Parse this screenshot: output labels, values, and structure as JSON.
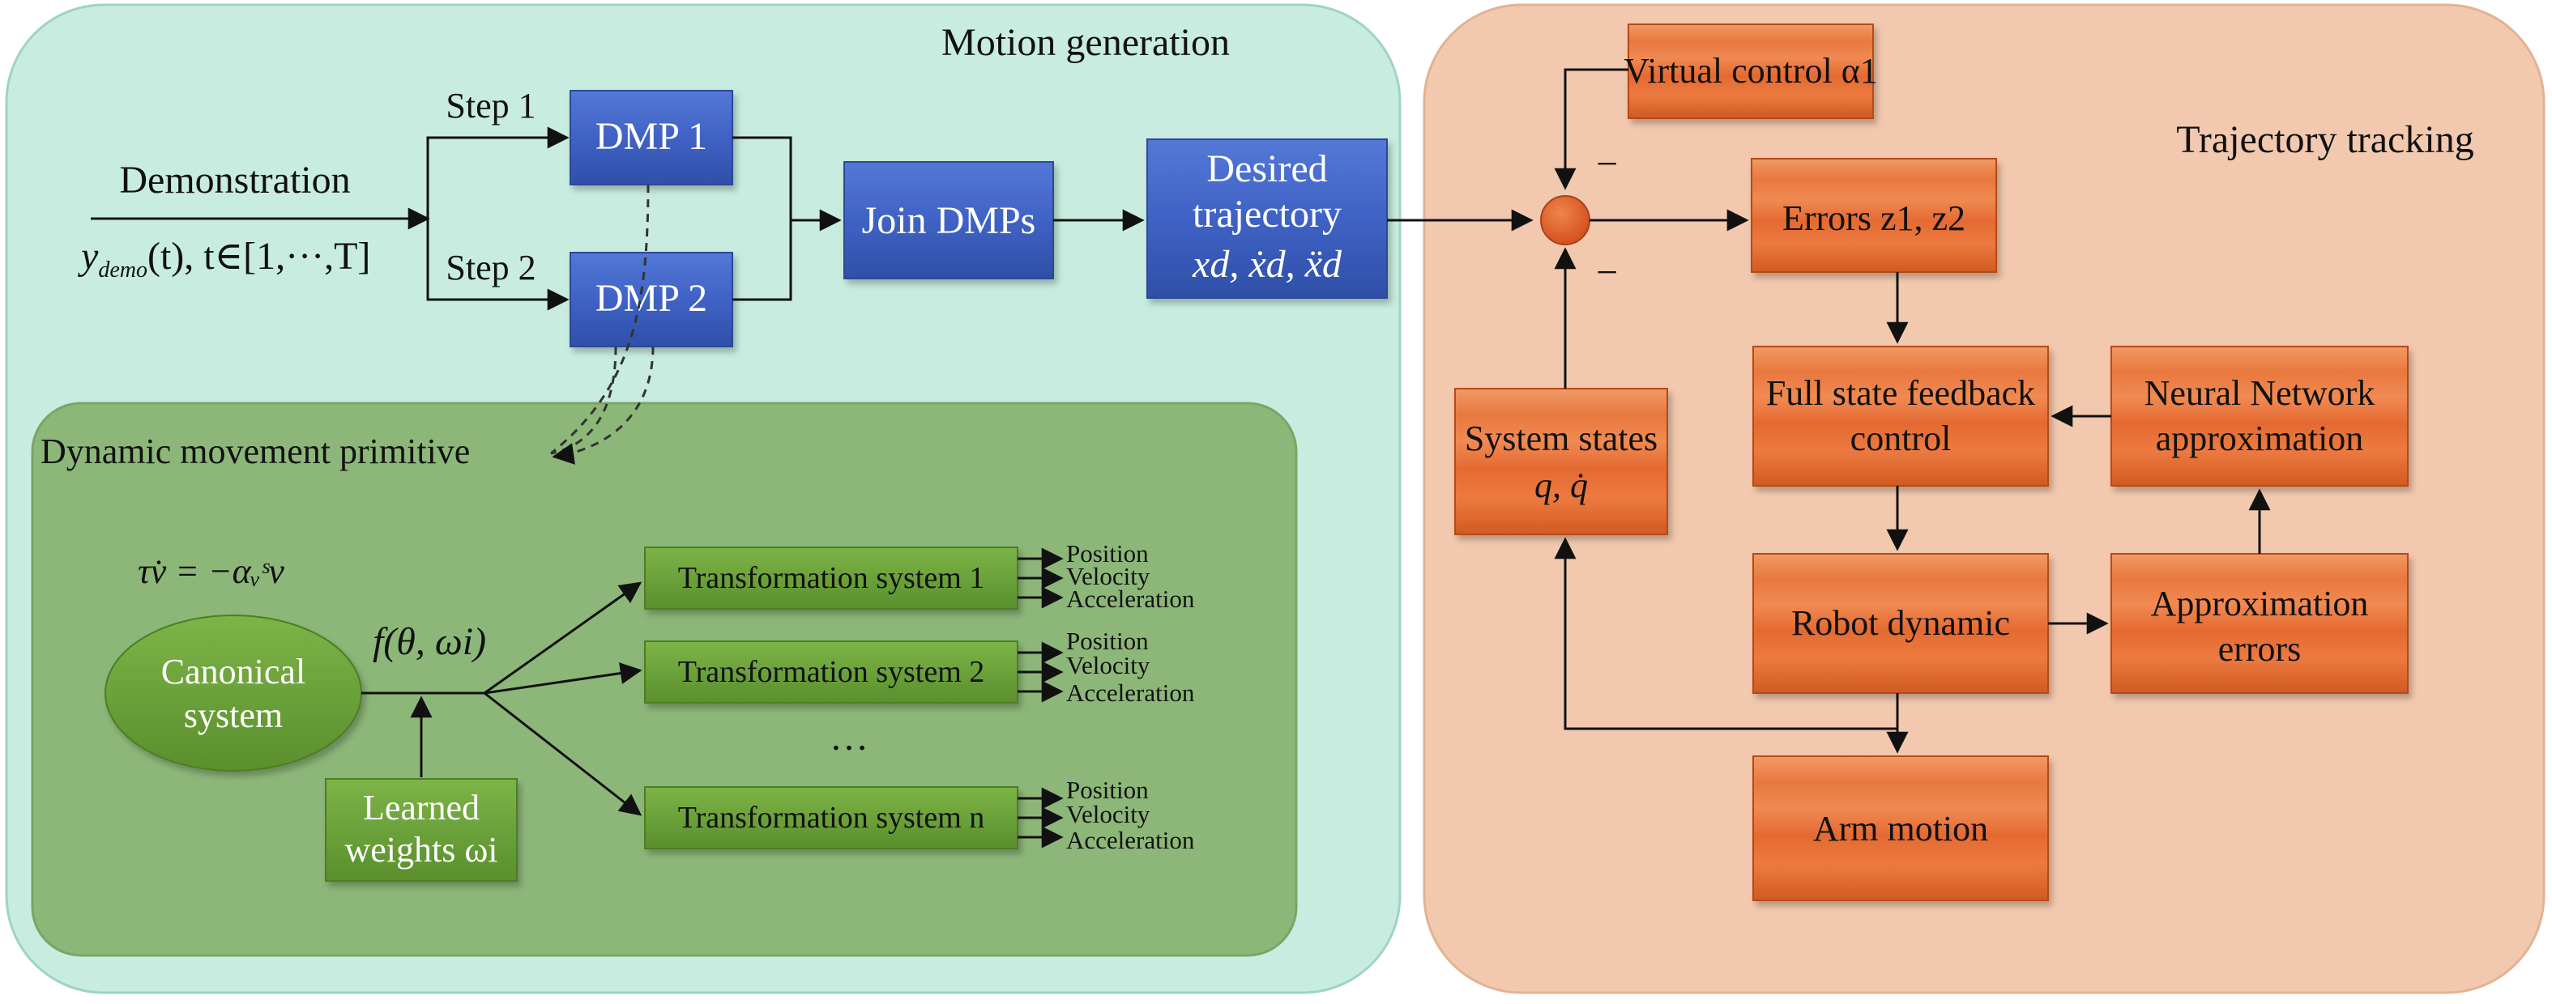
{
  "colors": {
    "motion_panel": "#c8ece0",
    "tracking_panel": "#f2c9ae",
    "dmp_panel": "#8db779",
    "blue_box": "#3f62c5",
    "green_box": "#6ea33c",
    "orange_box": "#e46a32",
    "sum_node": "#e05a26"
  },
  "panels": {
    "motion_generation": "Motion generation",
    "trajectory_tracking": "Trajectory tracking",
    "dynamic_movement_primitive": "Dynamic movement primitive"
  },
  "demo": {
    "label": "Demonstration",
    "signal": "y",
    "signal_sub": "demo",
    "signal_rest": "(t), t∈[1,···,T]"
  },
  "steps": {
    "step1": "Step 1",
    "step2": "Step 2"
  },
  "blue_boxes": {
    "dmp1": "DMP 1",
    "dmp2": "DMP 2",
    "join": "Join DMPs",
    "desired_line1": "Desired",
    "desired_line2": "trajectory",
    "desired_vars": "xd, ẋd, ẍd"
  },
  "canonical": {
    "equation": "τv̇ = −αᵥˢv",
    "line1": "Canonical",
    "line2": "system",
    "forcing": "f(θ, ωi)",
    "learned_line1": "Learned",
    "learned_line2": "weights ωi"
  },
  "transformation": {
    "sys1": "Transformation system 1",
    "sys2": "Transformation system 2",
    "sysn": "Transformation system n",
    "ellipsis": "…",
    "outputs": [
      "Position",
      "Velocity",
      "Acceleration"
    ]
  },
  "tracking": {
    "virtual_control": "Virtual control α1",
    "errors": "Errors z1, z2",
    "system_states_line1": "System states",
    "system_states_line2": "q, q̇",
    "full_state_line1": "Full state feedback",
    "full_state_line2": "control",
    "nn_line1": "Neural Network",
    "nn_line2": "approximation",
    "robot_dynamic": "Robot dynamic",
    "approx_line1": "Approximation",
    "approx_line2": "errors",
    "arm_motion": "Arm motion",
    "minus_top": "−",
    "minus_bottom": "−"
  }
}
